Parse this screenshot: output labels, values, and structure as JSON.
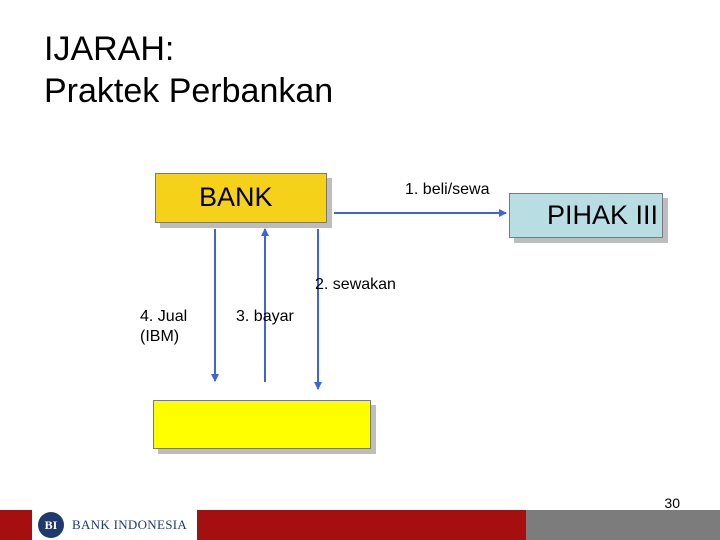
{
  "title": {
    "line1": "IJARAH:",
    "line2": "Praktek Perbankan"
  },
  "boxes": {
    "bank": "BANK",
    "pihak": "PIHAK III",
    "bottom": ""
  },
  "edges": {
    "beli_sewa": "1. beli/sewa",
    "sewakan": "2. sewakan",
    "bayar": "3. bayar",
    "jual": "4. Jual (IBM)"
  },
  "footer": {
    "logo_text": "BANK INDONESIA",
    "logo_mark": "BI",
    "page_number": "30"
  },
  "colors": {
    "bank_box": "#f6d11a",
    "pihak_box": "#b8dde2",
    "bottom_box": "#ffff00",
    "arrow": "#3f63d8",
    "footer_bar": "#a50f0f",
    "footer_gray": "#7c7c7c"
  }
}
